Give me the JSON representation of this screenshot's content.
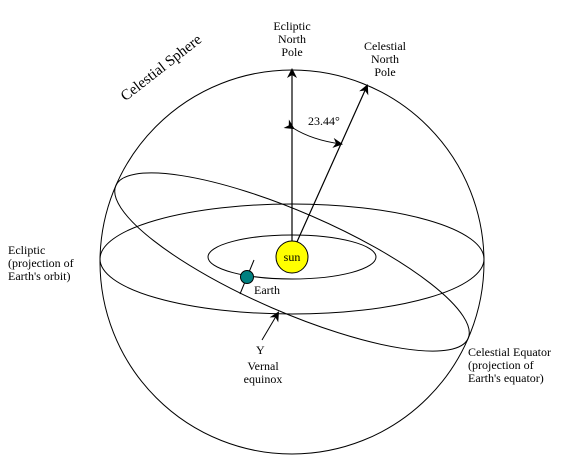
{
  "labels": {
    "ecliptic_north_pole": [
      "Ecliptic",
      "North",
      "Pole"
    ],
    "celestial_north_pole": [
      "Celestial",
      "North",
      "Pole"
    ],
    "celestial_sphere": "Celestial Sphere",
    "angle": "23.44°",
    "ecliptic": [
      "Ecliptic",
      "(projection of",
      "Earth's orbit)"
    ],
    "sun": "sun",
    "earth": "Earth",
    "vernal_symbol": "Υ",
    "vernal_equinox": [
      "Vernal",
      "equinox"
    ],
    "celestial_equator": [
      "Celestial Equator",
      "(projection of",
      "Earth's equator)"
    ]
  },
  "colors": {
    "line": "#000000",
    "sun_fill": "#ffff00",
    "earth_fill": "#008080"
  }
}
